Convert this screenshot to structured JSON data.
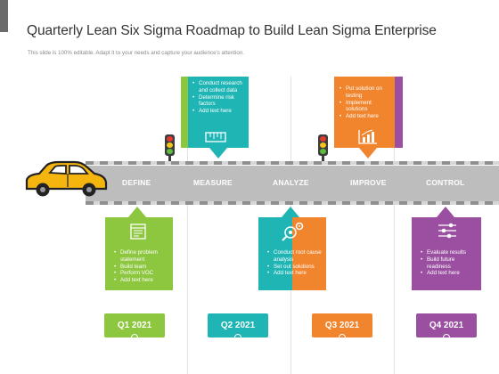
{
  "title": "Quarterly Lean Six Sigma Roadmap to Build Lean Sigma Enterprise",
  "subtitle": "This slide is 100% editable. Adapt it to your needs and capture your audience's attention.",
  "stages": [
    "DEFINE",
    "MEASURE",
    "ANALYZE",
    "IMPROVE",
    "CONTROL"
  ],
  "colors": {
    "green": "#8dc63f",
    "teal": "#1fb5b5",
    "orange": "#f0852d",
    "purple": "#9b4fa0",
    "road": "#bdbdbd",
    "car": "#f5b50f"
  },
  "boxes": {
    "measure": [
      "Conduct research and collect data",
      "Determine risk factors",
      "Add text here"
    ],
    "improve": [
      "Put solution on testing",
      "Implement solutions",
      "Add text here"
    ],
    "define": [
      "Define problem statement",
      "Build team",
      "Perform VOC",
      "Add text here"
    ],
    "analyze": [
      "Conduct root cause analysis",
      "Set out solutions",
      "Add text here"
    ],
    "control": [
      "Evaluate results",
      "Build future readiness",
      "Add text here"
    ]
  },
  "quarters": [
    "Q1 2021",
    "Q2 2021",
    "Q3 2021",
    "Q4 2021"
  ],
  "icons": {
    "measure": "ruler-icon",
    "improve": "growth-chart-icon",
    "define": "document-icon",
    "analyze": "magnifier-gear-icon",
    "control": "sliders-icon"
  }
}
